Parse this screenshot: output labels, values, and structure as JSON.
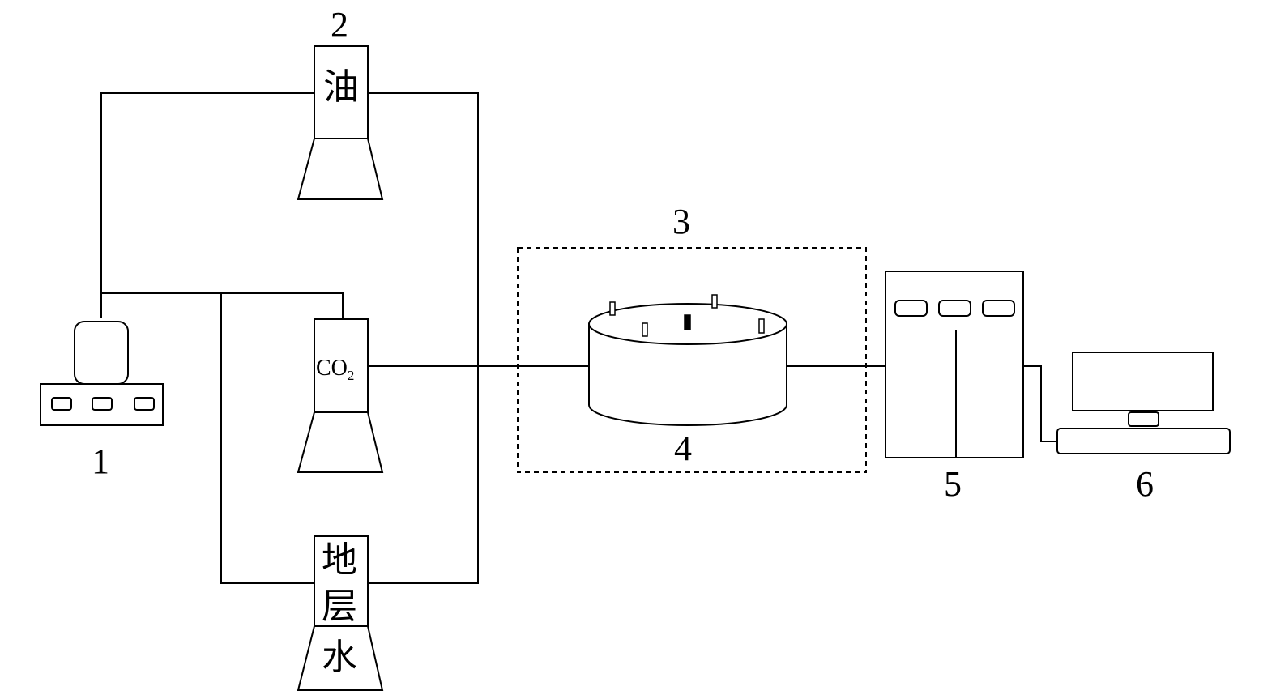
{
  "labels": {
    "pump": "1",
    "oil_vessel": "2",
    "oven": "3",
    "core_holder": "4",
    "monitor": "5",
    "computer": "6"
  },
  "vessels": {
    "oil": "油",
    "co2_main": "CO",
    "co2_sub": "2",
    "water_1": "地",
    "water_2": "层",
    "water_3": "水"
  }
}
